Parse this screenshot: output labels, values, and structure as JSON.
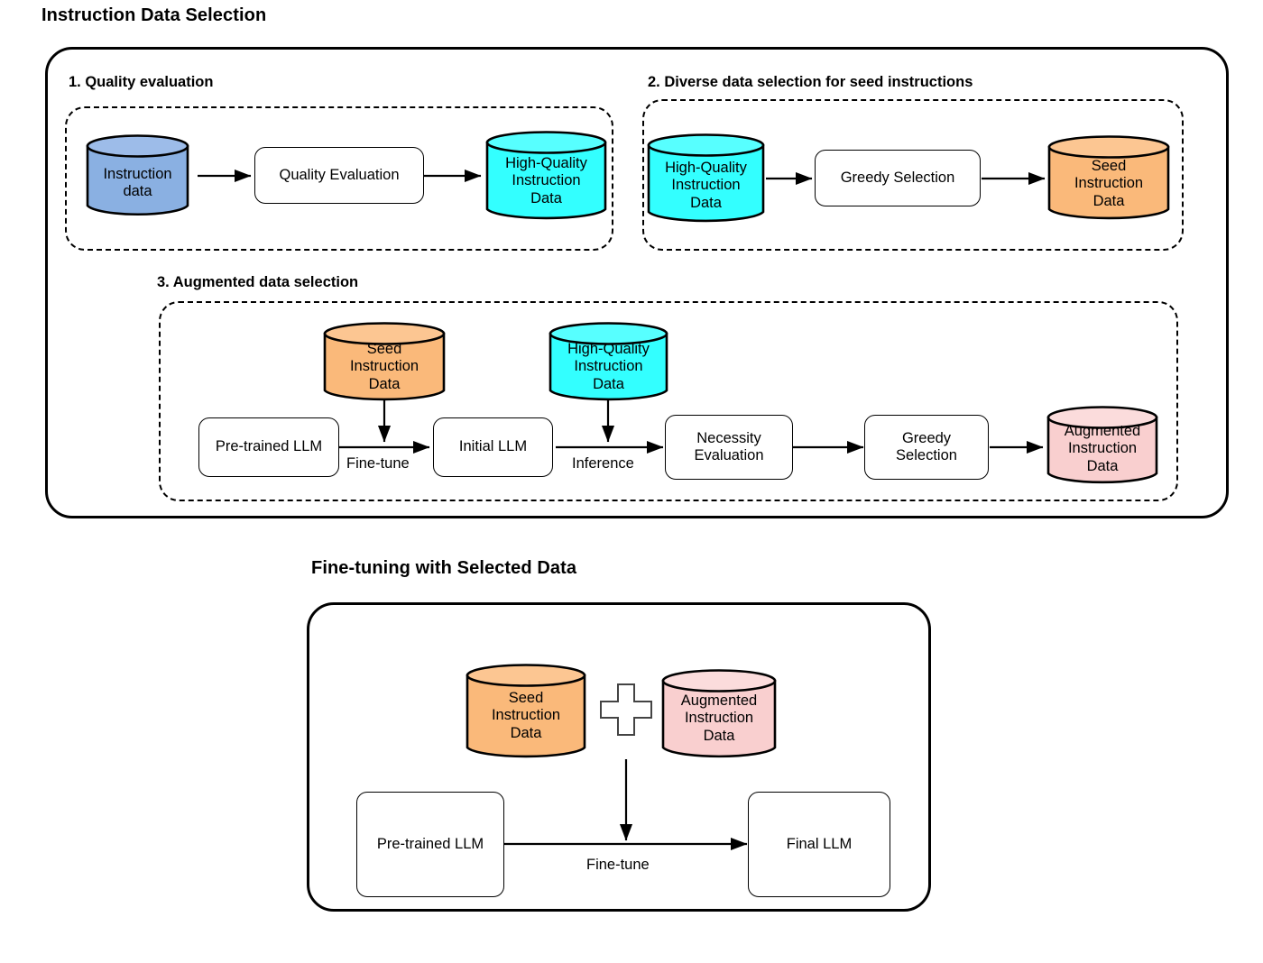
{
  "document": {
    "title": "Instruction Data Selection",
    "secondary_title": "Fine-tuning with Selected Data"
  },
  "colors": {
    "blue_cylinder": "#8AB0E2",
    "blue_cylinder_top": "#9DBCE9",
    "cyan_cylinder": "#33FFFF",
    "cyan_cylinder_top": "#57FFFF",
    "orange_cylinder": "#FAB97A",
    "orange_cylinder_top": "#FCC692",
    "pink_cylinder": "#F9CFCF",
    "pink_cylinder_top": "#FBDCDC",
    "stroke": "#000000",
    "box_fill": "#FFFFFF"
  },
  "sections": [
    {
      "id": "sec1",
      "label": "1. Quality evaluation"
    },
    {
      "id": "sec2",
      "label": "2. Diverse data selection for seed instructions"
    },
    {
      "id": "sec3",
      "label": "3. Augmented data selection"
    }
  ],
  "section1": {
    "nodes": {
      "instruction_data": "Instruction\ndata",
      "quality_evaluation": "Quality Evaluation",
      "high_quality": "High-Quality\nInstruction\nData"
    }
  },
  "section2": {
    "nodes": {
      "high_quality": "High-Quality\nInstruction\nData",
      "greedy_selection": "Greedy Selection",
      "seed_data": "Seed\nInstruction\nData"
    }
  },
  "section3": {
    "nodes": {
      "seed_data": "Seed\nInstruction\nData",
      "high_quality": "High-Quality\nInstruction\nData",
      "pretrained_llm": "Pre-trained LLM",
      "initial_llm": "Initial LLM",
      "necessity_evaluation_l1": "Necessity",
      "necessity_evaluation_l2": "Evaluation",
      "greedy_selection_l1": "Greedy",
      "greedy_selection_l2": "Selection",
      "augmented_data": "Augmented\nInstruction\nData"
    },
    "edges": {
      "fine_tune": "Fine-tune",
      "inference": "Inference"
    }
  },
  "finetuning": {
    "nodes": {
      "seed_data": "Seed\nInstruction\nData",
      "augmented_data": "Augmented\nInstruction\nData",
      "pretrained_llm": "Pre-trained LLM",
      "final_llm": "Final LLM"
    },
    "edges": {
      "fine_tune": "Fine-tune"
    },
    "operator": "plus-icon"
  }
}
